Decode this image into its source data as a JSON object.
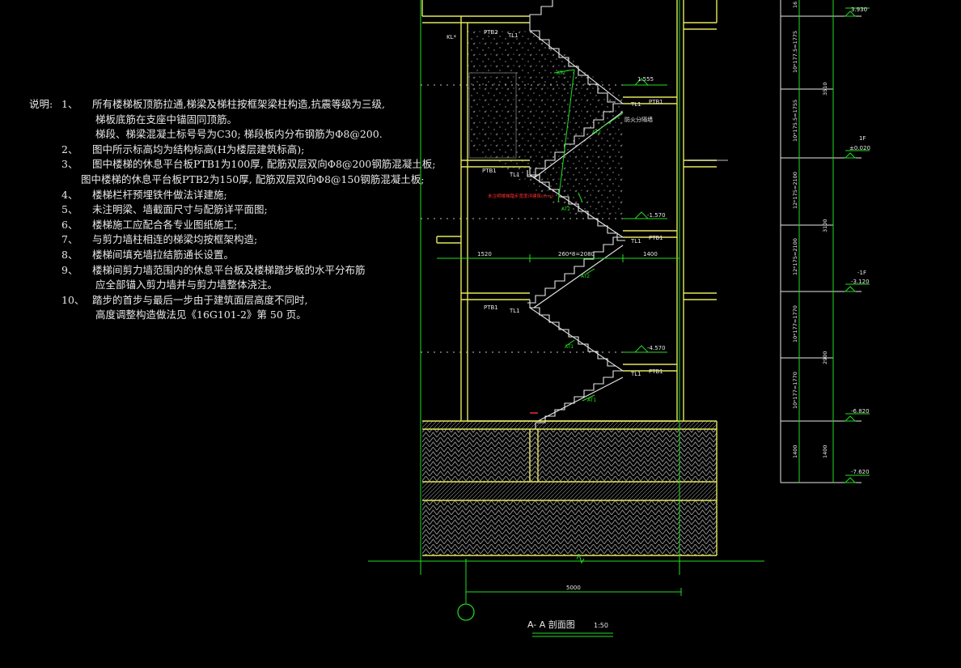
{
  "notes": {
    "heading": "说明:",
    "items": [
      {
        "num": "1、",
        "lines": [
          "所有楼梯板顶筋拉通,梯梁及梯柱按框架梁柱构造,抗震等级为三级,",
          "梯板底筋在支座中锚固同顶筋。",
          "梯段、梯梁混凝土标号号为C30;           梯段板内分布钢筋为Φ8@200."
        ]
      },
      {
        "num": "2、",
        "lines": [
          "图中所示标高均为结构标高(H为楼层建筑标高);"
        ]
      },
      {
        "num": "3、",
        "lines": [
          "图中楼梯的休息平台板PTB1为100厚,                     配筋双层双向Φ8@200钢筋混凝土板;",
          "图中楼梯的休息平台板PTB2为150厚,               配筋双层双向Φ8@150钢筋混凝土板;"
        ]
      },
      {
        "num": "4、",
        "lines": [
          "楼梯栏杆预埋铁件做法详建施;"
        ]
      },
      {
        "num": "5、",
        "lines": [
          "未注明梁、墙截面尺寸与配筋详平面图;"
        ]
      },
      {
        "num": "6、",
        "lines": [
          "楼梯施工应配合各专业图纸施工;"
        ]
      },
      {
        "num": "7、",
        "lines": [
          "与剪力墙柱相连的梯梁均按框架构造;"
        ]
      },
      {
        "num": "8、",
        "lines": [
          "楼梯间填充墙拉结筋通长设置。"
        ]
      },
      {
        "num": "9、",
        "lines": [
          "楼梯间剪力墙范围内的休息平台板及楼梯踏步板的水平分布筋",
          "应全部锚入剪力墙并与剪力墙整体浇注。"
        ]
      },
      {
        "num": "10、",
        "lines": [
          "踏步的首步与最后一步由于建筑面层高度不同时,",
          "高度调整构造做法见《16G101-2》第 50 页。"
        ]
      }
    ]
  },
  "drawing": {
    "title": "A- A 剖面图",
    "scale": "1:50",
    "colors": {
      "wall": "#e6e65a",
      "dim": "#22dd22",
      "text": "#e8e8e8",
      "red": "#ff3030",
      "hatch": "#9a9a9a",
      "grid": "#22dd22"
    },
    "labels": {
      "kl": "KL*",
      "ptb2_top": "PTB2",
      "tl1_top": "TL1",
      "at2_a": "AT2",
      "at2_b": "AT2",
      "at2_c": "AT2",
      "at2_d": "AT2",
      "at1_a": "AT1",
      "at1_b": "AT1",
      "fire_wall": "防火分隔墙",
      "tl1_r1": "TL1",
      "ptb1_r1": "PTB1",
      "ptb1_l2": "PTB1",
      "tl1_l2": "TL1",
      "red_note": "未注明楼梯踏步宽度详建筑(mm)",
      "tl1_r2": "TL1",
      "ptb1_r2": "PTB1",
      "ptb1_l3": "PTB1",
      "tl1_l3": "TL1",
      "tl1_r3": "TL1",
      "ptb1_r3": "PTB1"
    },
    "levels": {
      "l1": "1.555",
      "l2": "-1.570",
      "l3": "-4.570"
    },
    "dims": {
      "left": "1520",
      "mid": "260*8=2080",
      "right": "1400",
      "bottom": "5000"
    },
    "right_column": {
      "elev_top": "3.930",
      "elev_1f": "±0.020",
      "label_1f": "1F",
      "elev_b1": "-3.120",
      "label_b1": "-1F",
      "elev_b2": "-6.820",
      "elev_b3": "-7.620",
      "seg1": "10*177.5=1775",
      "seg1b": "10*175.5=1755",
      "seg2": "12*175=2100",
      "seg2b": "12*175=2100",
      "seg3": "10*177=1770",
      "seg3b": "10*177=1770",
      "seg4": "1400",
      "seg4b": "1400",
      "total1": "3510",
      "total2": "3100",
      "total3": "2900",
      "top_cut": "16"
    }
  }
}
